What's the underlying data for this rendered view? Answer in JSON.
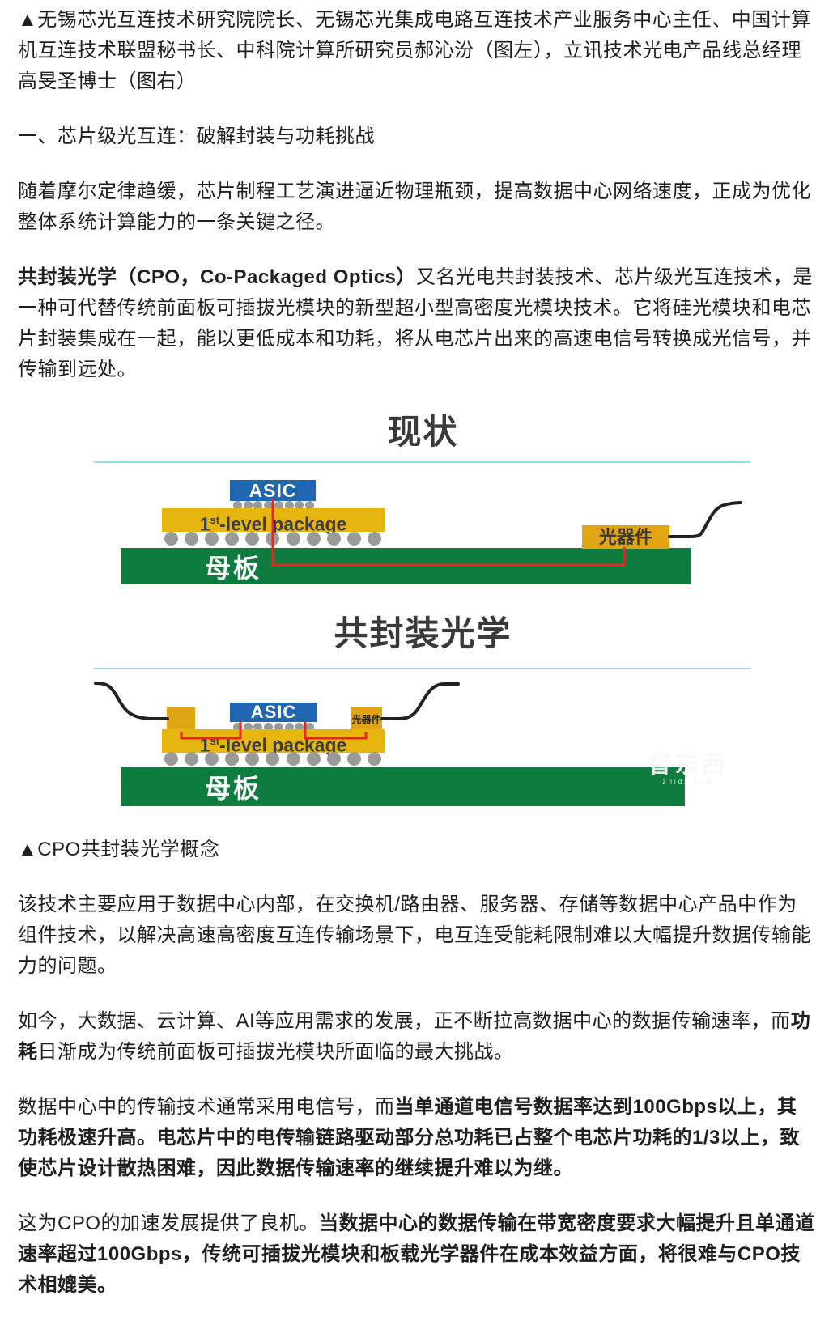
{
  "article": {
    "photo_caption": "▲无锡芯光互连技术研究院院长、无锡芯光集成电路互连技术产业服务中心主任、中国计算机互连技术联盟秘书长、中科院计算所研究员郝沁汾（图左），立讯技术光电产品线总经理高旻圣博士（图右）",
    "section_heading": "一、芯片级光互连：破解封装与功耗挑战",
    "p1": "随着摩尔定律趋缓，芯片制程工艺演进逼近物理瓶颈，提高数据中心网络速度，正成为优化整体系统计算能力的一条关键之径。",
    "p2_bold": "共封装光学（CPO，Co-Packaged Optics）",
    "p2_rest": "又名光电共封装技术、芯片级光互连技术，是一种可代替传统前面板可插拔光模块的新型超小型高密度光模块技术。它将硅光模块和电芯片封装集成在一起，能以更低成本和功耗，将从电芯片出来的高速电信号转换成光信号，并传输到远处。",
    "figure_caption": "▲CPO共封装光学概念",
    "p3": "该技术主要应用于数据中心内部，在交换机/路由器、服务器、存储等数据中心产品中作为组件技术，以解决高速高密度互连传输场景下，电互连受能耗限制难以大幅提升数据传输能力的问题。",
    "p4_a": "如今，大数据、云计算、AI等应用需求的发展，正不断拉高数据中心的数据传输速率，而",
    "p4_bold": "功耗",
    "p4_b": "日渐成为传统前面板可插拔光模块所面临的最大挑战。",
    "p5_a": "数据中心中的传输技术通常采用电信号，而",
    "p5_bold": "当单通道电信号数据率达到100Gbps以上，其功耗极速升高。电芯片中的电传输链路驱动部分总功耗已占整个电芯片功耗的1/3以上，致使芯片设计散热困难，因此数据传输速率的继续提升难以为继。",
    "p6_a": "这为CPO的加速发展提供了良机。",
    "p6_bold": "当数据中心的数据传输在带宽密度要求大幅提升且单通道速率超过100Gbps，传统可插拔光模块和板载光学器件在成本效益方面，将很难与CPO技术相媲美。"
  },
  "diagram": {
    "top": {
      "title": "现状",
      "asic_label": "ASIC",
      "package_label_pre": "1",
      "package_label_sup": "st",
      "package_label_post": "-level package",
      "optics_label": "光器件",
      "board_label": "母板"
    },
    "bottom": {
      "title": "共封装光学",
      "asic_label": "ASIC",
      "package_label_pre": "1",
      "package_label_sup": "st",
      "package_label_post": "-level package",
      "optics_label": "光器件",
      "board_label": "母板"
    },
    "watermark": {
      "text": "智东西",
      "sub": "zhidx.com"
    },
    "colors": {
      "asic_blue": "#2066b0",
      "package_yellow": "#e6b50f",
      "optics_yellow": "#dfa513",
      "board_green": "#0e7c3e",
      "ball_gray": "#9a9a9a",
      "trace_red": "#e02a1f",
      "fiber_black": "#222222",
      "divider_cyan": "#9ed8ec"
    }
  }
}
